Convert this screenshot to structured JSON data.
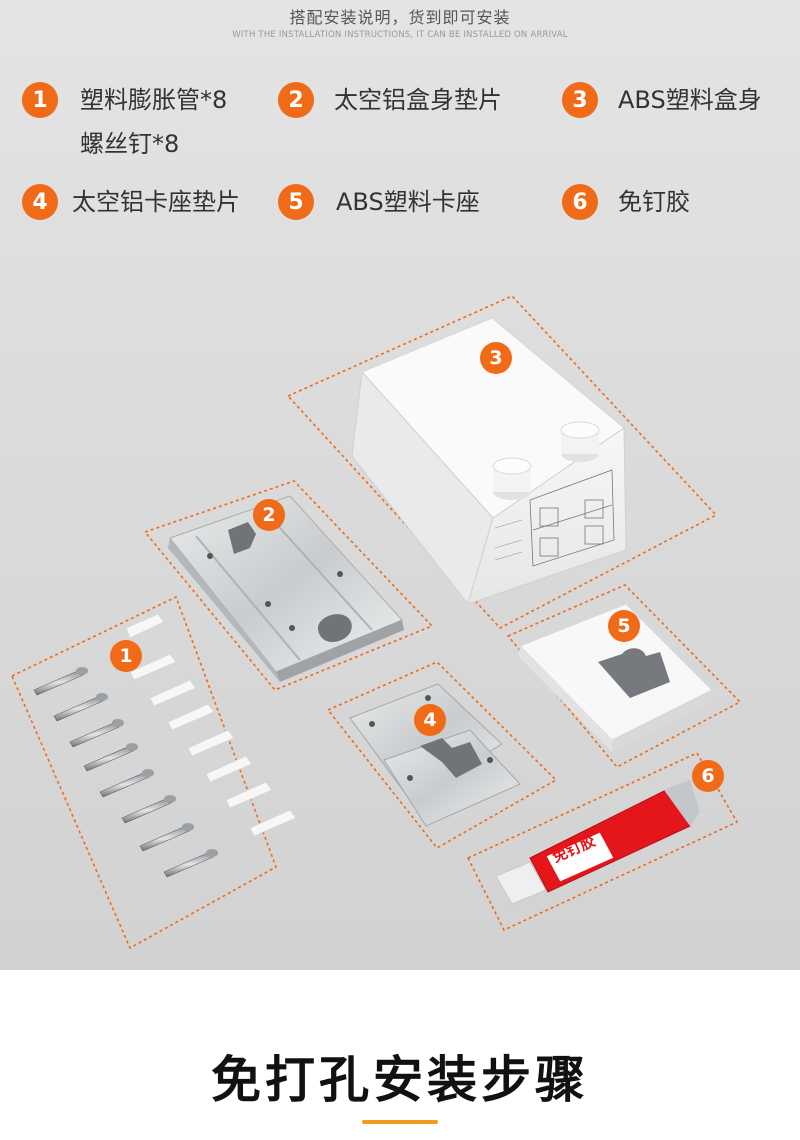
{
  "header": {
    "title_cn": "搭配安装说明，货到即可安装",
    "title_en": "WITH THE INSTALLATION INSTRUCTIONS, IT CAN BE INSTALLED ON ARRIVAL"
  },
  "legend": [
    {
      "num": "1",
      "label": "塑料膨胀管*8",
      "label2": "螺丝钉*8"
    },
    {
      "num": "2",
      "label": "太空铝盒身垫片"
    },
    {
      "num": "3",
      "label": "ABS塑料盒身"
    },
    {
      "num": "4",
      "label": "太空铝卡座垫片"
    },
    {
      "num": "5",
      "label": "ABS塑料卡座"
    },
    {
      "num": "6",
      "label": "免钉胶"
    }
  ],
  "callouts": [
    "1",
    "2",
    "3",
    "4",
    "5",
    "6"
  ],
  "glue_label": "免钉胶",
  "section_title": "免打孔安装步骤",
  "colors": {
    "accent": "#f06a18",
    "underline": "#f39a18"
  }
}
